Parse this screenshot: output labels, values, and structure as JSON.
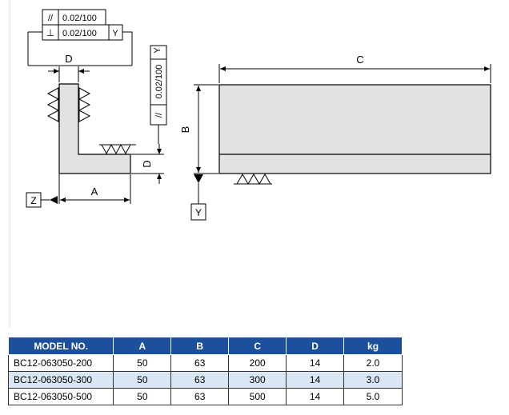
{
  "drawing": {
    "tolerances": {
      "parallelism_value": "0.02/100",
      "perpendicularity_value": "0.02/100",
      "perpendicularity_datum": "Y",
      "vertical_parallelism_value": "0.02/100",
      "vertical_parallelism_datum": "Y",
      "parallel_symbol": "//",
      "perpendicular_symbol": "⊥"
    },
    "dimensions": {
      "a": "A",
      "b": "B",
      "c": "C",
      "d_top": "D",
      "d_side": "D"
    },
    "datums": {
      "z": "Z",
      "y": "Y"
    }
  },
  "table": {
    "headers": [
      "MODEL NO.",
      "A",
      "B",
      "C",
      "D",
      "kg"
    ],
    "rows": [
      [
        "BC12-063050-200",
        "50",
        "63",
        "200",
        "14",
        "2.0"
      ],
      [
        "BC12-063050-300",
        "50",
        "63",
        "300",
        "14",
        "3.0"
      ],
      [
        "BC12-063050-500",
        "50",
        "63",
        "500",
        "14",
        "5.0"
      ]
    ]
  },
  "colors": {
    "header_bg": "#1c4f9c",
    "alt_row_bg": "#d9e7f4",
    "part_fill": "#e2e2e2"
  }
}
